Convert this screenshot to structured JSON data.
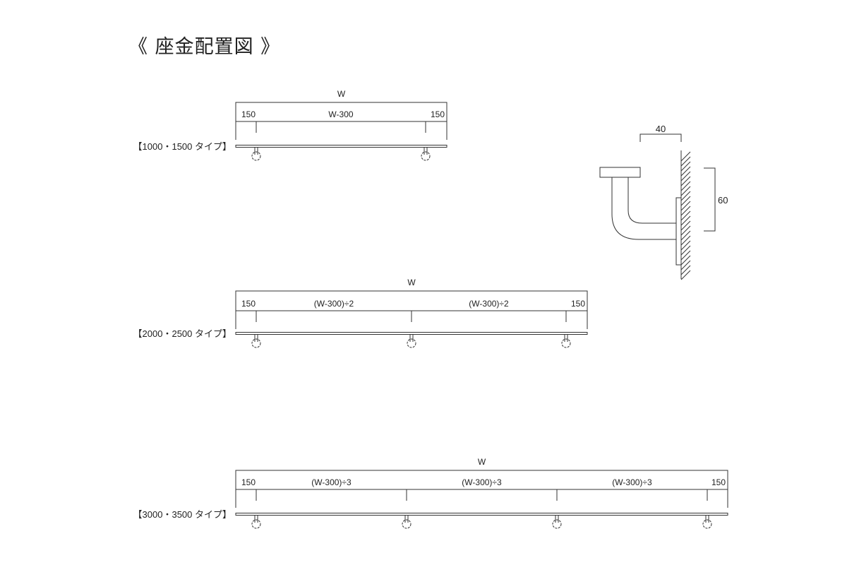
{
  "title": "《 座金配置図 》",
  "rails": [
    {
      "type_label": "【1000・1500 タイプ】",
      "total": "W",
      "segments": [
        "150",
        "W-300",
        "150"
      ]
    },
    {
      "type_label": "【2000・2500 タイプ】",
      "total": "W",
      "segments": [
        "150",
        "(W-300)÷2",
        "(W-300)÷2",
        "150"
      ]
    },
    {
      "type_label": "【3000・3500 タイプ】",
      "total": "W",
      "segments": [
        "150",
        "(W-300)÷3",
        "(W-300)÷3",
        "(W-300)÷3",
        "150"
      ]
    }
  ],
  "bracket": {
    "depth_label": "40",
    "height_label": "60"
  },
  "colors": {
    "line": "#333333"
  }
}
